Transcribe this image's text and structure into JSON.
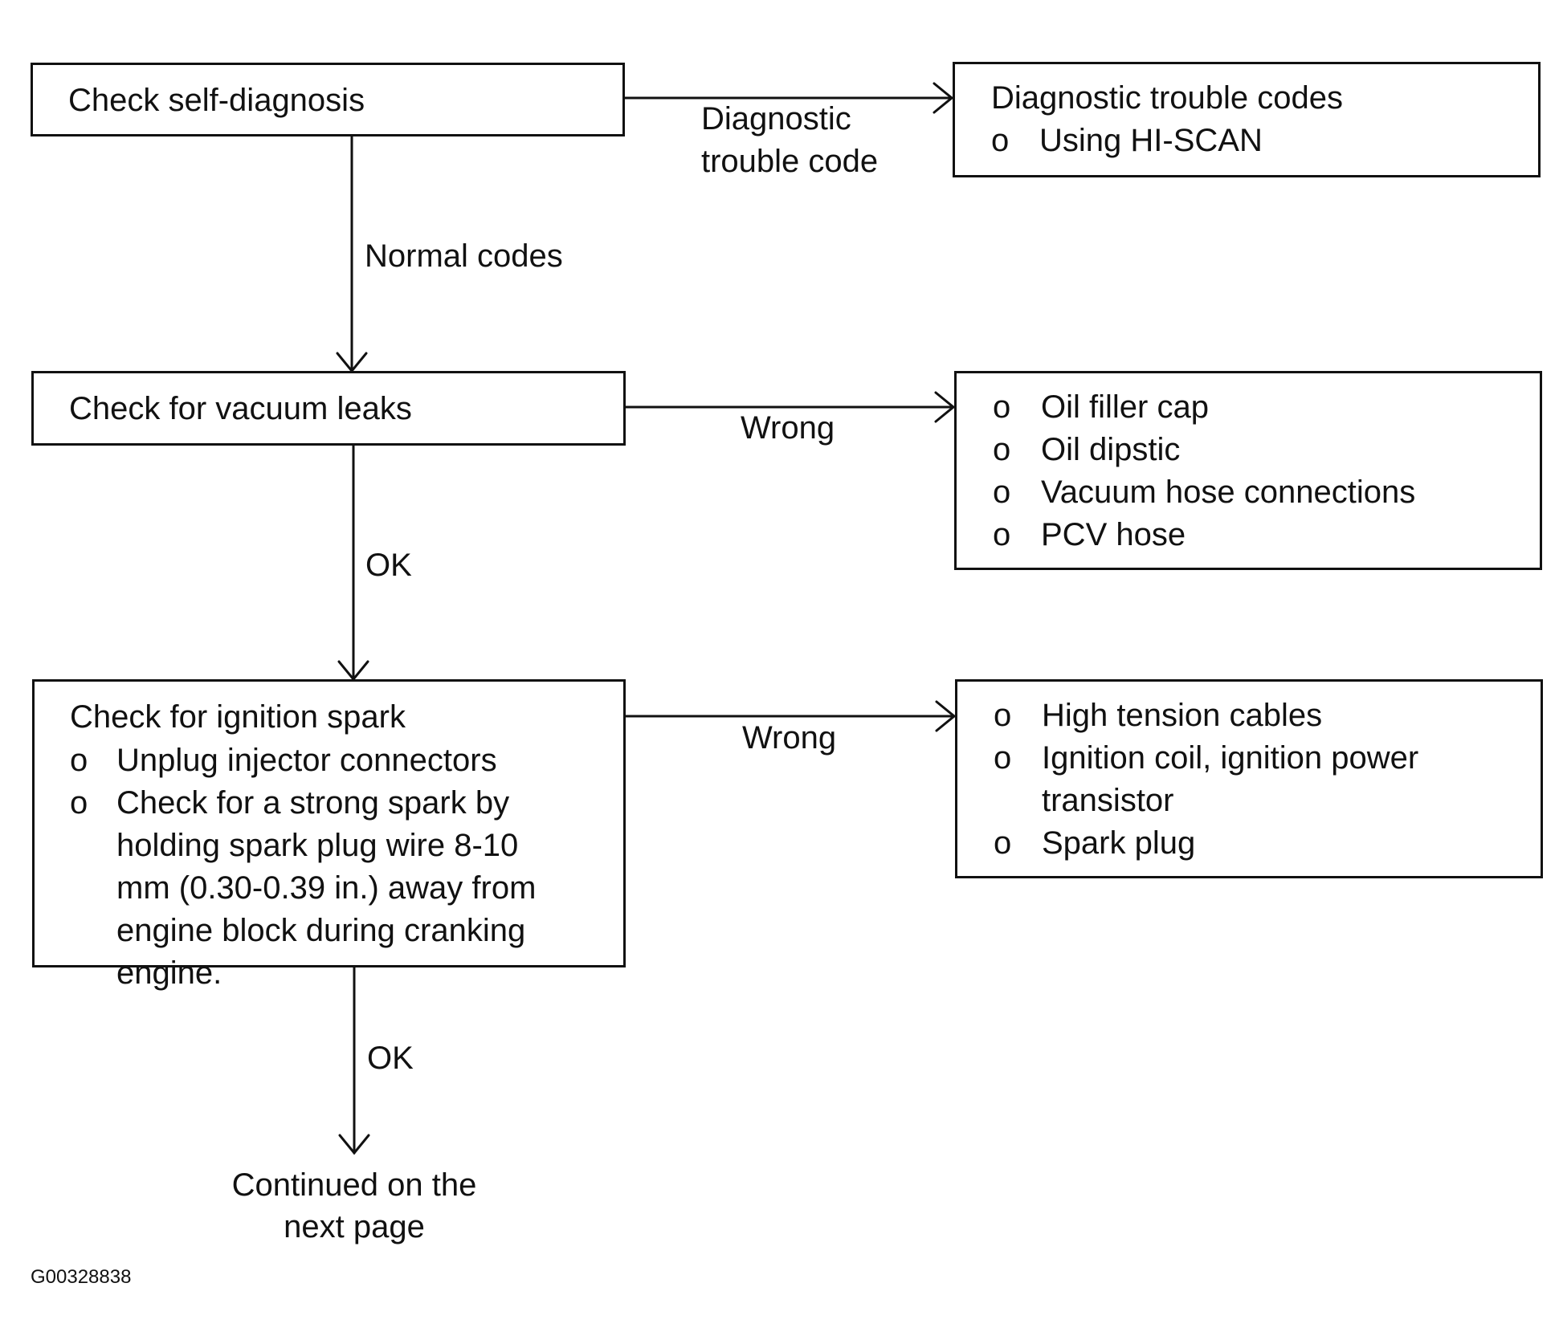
{
  "nodes": {
    "self_diagnosis": {
      "title": "Check self-diagnosis"
    },
    "trouble_codes": {
      "title": "Diagnostic trouble codes",
      "items": [
        "Using HI-SCAN"
      ]
    },
    "vacuum_leaks": {
      "title": "Check for vacuum leaks"
    },
    "vacuum_items": {
      "items": [
        "Oil filler cap",
        "Oil dipstic",
        "Vacuum hose connections",
        "PCV hose"
      ]
    },
    "ignition_spark": {
      "title": "Check for ignition spark",
      "items": [
        "Unplug injector connectors",
        "Check for a strong spark by holding spark plug wire 8-10 mm (0.30-0.39 in.) away from engine block during cranking engine."
      ]
    },
    "ignition_items": {
      "items": [
        "High tension cables",
        "Ignition coil, ignition power transistor",
        "Spark plug"
      ]
    },
    "continued": {
      "line1": "Continued on the",
      "line2": "next page"
    }
  },
  "edges": {
    "diag_code_line1": "Diagnostic",
    "diag_code_line2": "trouble code",
    "normal_codes": "Normal codes",
    "ok_1": "OK",
    "wrong_1": "Wrong",
    "ok_2": "OK",
    "wrong_2": "Wrong"
  },
  "bullet_mark": "o",
  "figure_code": "G00328838"
}
